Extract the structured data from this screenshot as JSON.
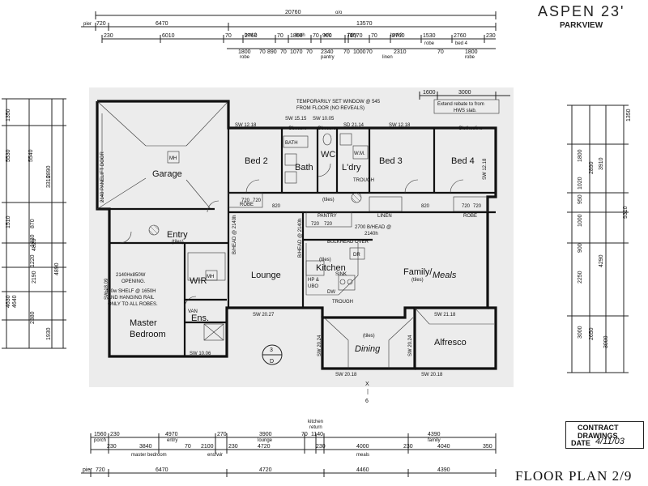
{
  "header": {
    "title": "ASPEN 23'",
    "subtitle": "PARKVIEW"
  },
  "sheet": {
    "label": "FLOOR PLAN 2/9"
  },
  "stamp": {
    "line1": "CONTRACT",
    "line2": "DRAWINGS",
    "date_label": "DATE",
    "date_value": "4/11/03"
  },
  "rooms": {
    "garage": "Garage",
    "bed2": "Bed 2",
    "bath": "Bath",
    "wc": "WC",
    "ldry": "L'dry",
    "bed3": "Bed 3",
    "bed4": "Bed 4",
    "entry": "Entry",
    "wir": "WIR",
    "lounge": "Lounge",
    "kitchen": "Kitchen",
    "family": "Family/",
    "meals": "Meals",
    "master1": "Master",
    "master2": "Bedroom",
    "ens": "Ens.",
    "dining": "Dining",
    "alfresco": "Alfresco"
  },
  "notes": {
    "temp_window": "TEMPORARILY SET WINDOW @ 545",
    "temp_window2": "FROM FLOOR (NO REVEALS)",
    "rebate": "Extend rebate to from",
    "rebate2": "HWS slab.",
    "opening1": "2140Hx850W",
    "opening2": "OPENING.",
    "shelf1": "450w SHELF @ 1650H",
    "shelf2": "AND HANGING RAIL",
    "shelf3": "ONLY TO ALL ROBES.",
    "bulkhead": "BULKHEAD OVER",
    "head": "2700 B/HEAD @",
    "head2": "2140h",
    "panelift": "2140 PANELIFT DOOR",
    "obscure": "Obscure",
    "clothesline": "Clothesline",
    "pantry": "PANTRY",
    "linen": "LINEN",
    "robe": "ROBE",
    "tiles": "(tiles)",
    "vanity": "VAN",
    "wm": "W.M.",
    "dr": "DR",
    "hp": "HP &",
    "ubo": "UBO",
    "sink": "SINK",
    "dw": "DW",
    "mh": "MH",
    "bath_small": "BATH",
    "bhead_lounge": "B/HEAD @ 2140h",
    "bhead_kitchen": "B/HEAD @ 2140h",
    "trough": "TROUGH"
  },
  "section": {
    "num": "3",
    "letter": "D",
    "x_label": "X",
    "x_num": "6"
  },
  "window_codes": {
    "top1": "SW 12.18",
    "top2": "SW 15.15",
    "top3": "SW 10.05",
    "top4": "SD 21.14",
    "top5": "SW 12.18",
    "right1": "SW 12.18",
    "bot1": "SW 20.27",
    "bot2": "SW 21.18",
    "bot3": "SW 20.18",
    "bot4": "SW 20.24",
    "bot5": "SW 20.24",
    "bot6": "SW 20.18",
    "bot7": "SW 10.06",
    "left1": "SW 18.09"
  },
  "dims_top": {
    "overall": "20760",
    "overall_tag": "o/o",
    "pier": "pier",
    "d720": "720",
    "d6470": "6470",
    "d13570": "13570",
    "row3": [
      "230",
      "6010",
      "70",
      "2760",
      "70",
      "1800",
      "70",
      "900",
      "70",
      "1570",
      "70",
      "2760",
      "1530",
      "2760",
      "230"
    ],
    "row4": [
      "1800",
      "70",
      "890",
      "70",
      "1070",
      "70",
      "2340",
      "70",
      "1000",
      "70",
      "2310",
      "70",
      "1800"
    ],
    "labels3": [
      "bed 2",
      "bath",
      "w/c",
      "l'dry",
      "bed 3",
      "robe",
      "bed 4"
    ],
    "labels4": [
      "robe",
      "pantry",
      "linen",
      "robe"
    ]
  },
  "dims_bottom": {
    "row1": [
      "1560",
      "230",
      "4970",
      "270",
      "3900",
      "70",
      "1140",
      "4390"
    ],
    "labels1": [
      "porch",
      "entry",
      "lounge",
      "kitchen",
      "return",
      "family"
    ],
    "row2": [
      "230",
      "3840",
      "70",
      "2100",
      "230",
      "4720",
      "230",
      "4000",
      "230",
      "4040",
      "350"
    ],
    "labels2": [
      "master bedroom",
      "ens/wir",
      "meals"
    ],
    "row3": [
      "pier",
      "720",
      "6470",
      "4720",
      "4460",
      "4390"
    ]
  },
  "dims_left": [
    "1350",
    "5530",
    "5540",
    "4820",
    "2890",
    "3310",
    "1510",
    "870",
    "1830",
    "1220",
    "4890",
    "2190",
    "4640",
    "4630",
    "2380",
    "1930"
  ],
  "dims_right": [
    "1350",
    "1800",
    "3910",
    "2890",
    "1020",
    "950",
    "1000",
    "900",
    "4290",
    "2250",
    "3000",
    "2650",
    "3000",
    "9310"
  ],
  "rebate_dims": [
    "1600",
    "3000"
  ],
  "robe_dims": [
    "720",
    "720",
    "820",
    "720",
    "720",
    "720",
    "720",
    "820"
  ]
}
